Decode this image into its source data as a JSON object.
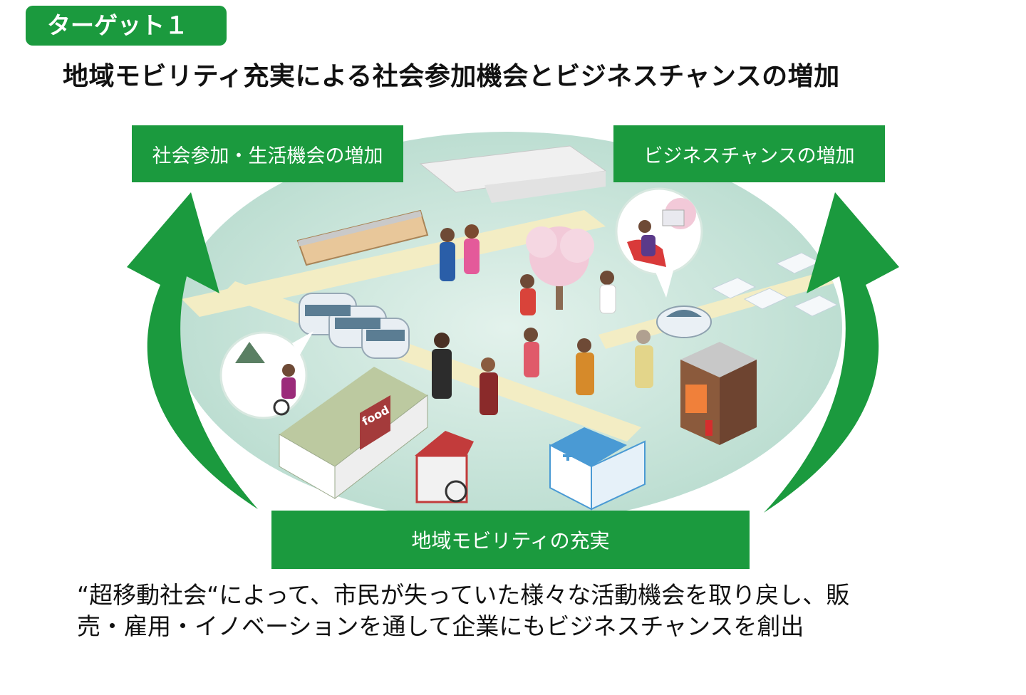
{
  "badge": {
    "label": "ターゲット１",
    "color": "#1b9a3e"
  },
  "title": "地域モビリティ充実による社会参加機会とビジネスチャンスの増加",
  "boxes": {
    "left": "社会参加・生活機会の増加",
    "right": "ビジネスチャンスの増加",
    "bottom": "地域モビリティの充実"
  },
  "illustration": {
    "shop_sign": "food"
  },
  "description": {
    "line1": "“超移動社会“によって、市民が失っていた様々な活動機会を取り戻し、販",
    "line2": "売・雇用・イノベーションを通して企業にもビジネスチャンスを創出"
  },
  "colors": {
    "accent": "#1b9a3e",
    "scene": "#cfe8df"
  }
}
